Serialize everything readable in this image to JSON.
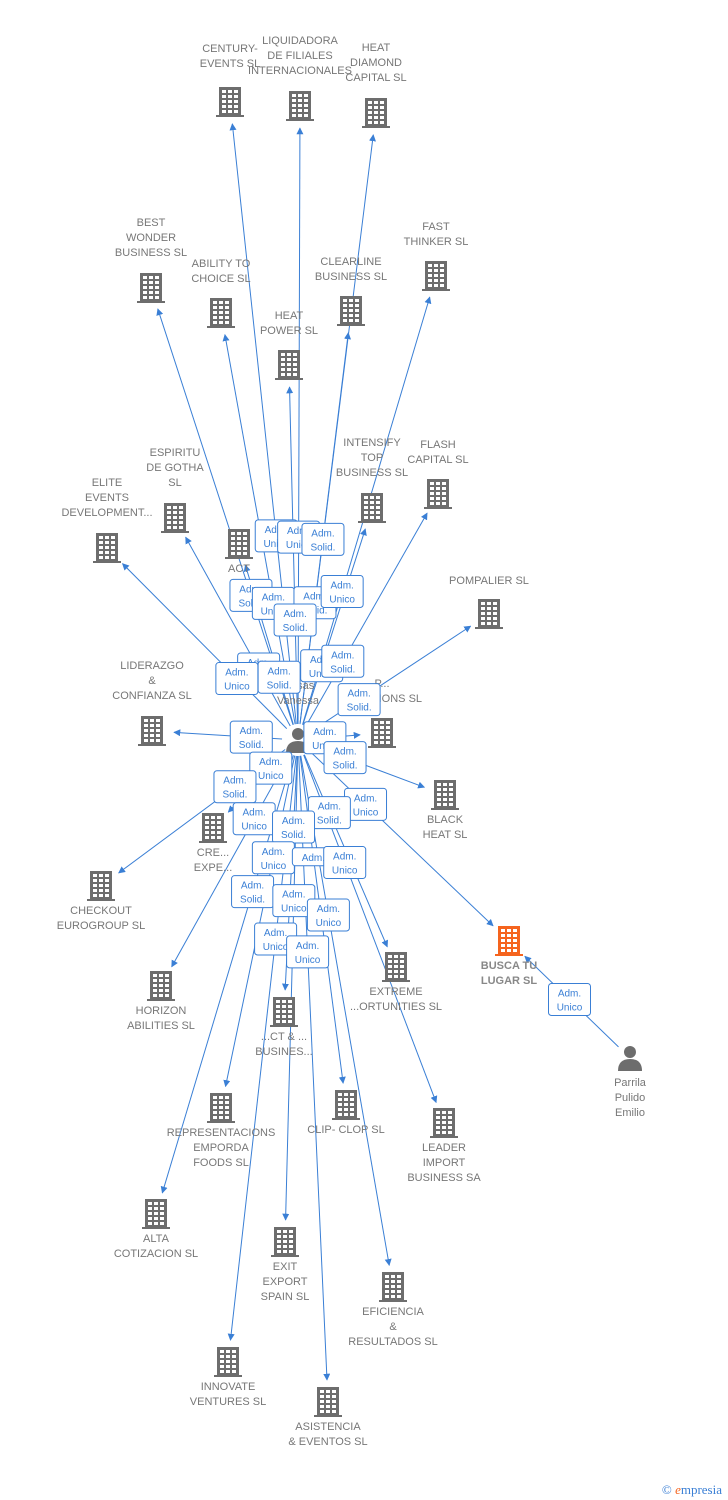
{
  "colors": {
    "edge": "#3a7fd5",
    "building": "#6d6d6d",
    "building_focus": "#f5641e",
    "label": "#777777",
    "person": "#6d6d6d"
  },
  "center_person": {
    "id": "duran",
    "label": "Duran Mesas Vanessa",
    "icon": "person-icon"
  },
  "other_persons": [
    {
      "id": "parrila",
      "label": "Parrila Pulido Emilio",
      "icon": "person-icon"
    }
  ],
  "companies": [
    {
      "id": "century",
      "label": "CENTURY-EVENTS SL"
    },
    {
      "id": "liquidadora",
      "label": "LIQUIDADORA DE FILIALES INTERNACIONALES"
    },
    {
      "id": "heatdiamond",
      "label": "HEAT DIAMOND CAPITAL SL"
    },
    {
      "id": "bestwonder",
      "label": "BEST WONDER BUSINESS SL"
    },
    {
      "id": "ability",
      "label": "ABILITY TO CHOICE SL"
    },
    {
      "id": "clearline",
      "label": "CLEARLINE BUSINESS SL"
    },
    {
      "id": "fastthinker",
      "label": "FAST THINKER SL"
    },
    {
      "id": "heatpower",
      "label": "HEAT POWER SL"
    },
    {
      "id": "espiritu",
      "label": "ESPIRITU DE GOTHA SL"
    },
    {
      "id": "act",
      "label": "ACT"
    },
    {
      "id": "intensify",
      "label": "INTENSIFY TOP BUSINESS SL"
    },
    {
      "id": "flashcapital",
      "label": "FLASH CAPITAL SL"
    },
    {
      "id": "elite",
      "label": "ELITE EVENTS DEVELOPMENT..."
    },
    {
      "id": "pompalier",
      "label": "POMPALIER SL"
    },
    {
      "id": "liderazgo",
      "label": "LIDERAZGO & CONFIANZA SL"
    },
    {
      "id": "psolutions",
      "label": "P... SOLUTIONS SL"
    },
    {
      "id": "blackheat",
      "label": "BLACK HEAT SL"
    },
    {
      "id": "creexpe",
      "label": "CRE... EXPE..."
    },
    {
      "id": "checkout",
      "label": "CHECKOUT EUROGROUP SL"
    },
    {
      "id": "buscatulugar",
      "label": "BUSCA TU LUGAR SL",
      "focus": true
    },
    {
      "id": "horizon",
      "label": "HORIZON ABILITIES SL"
    },
    {
      "id": "extreme",
      "label": "EXTREME ...ORTUNITIES SL"
    },
    {
      "id": "ctbusines",
      "label": "...CT & ... BUSINES..."
    },
    {
      "id": "representaciones",
      "label": "REPRESENTACIONS EMPORDA FOODS SL"
    },
    {
      "id": "clipclop",
      "label": "CLIP- CLOP SL"
    },
    {
      "id": "leaderimport",
      "label": "LEADER IMPORT BUSINESS SA"
    },
    {
      "id": "altacotizacion",
      "label": "ALTA COTIZACION SL"
    },
    {
      "id": "exitexport",
      "label": "EXIT EXPORT SPAIN SL"
    },
    {
      "id": "eficiencia",
      "label": "EFICIENCIA & RESULTADOS SL"
    },
    {
      "id": "innovate",
      "label": "INNOVATE VENTURES SL"
    },
    {
      "id": "asistencia",
      "label": "ASISTENCIA & EVENTOS SL"
    }
  ],
  "relations": [
    {
      "from": "duran",
      "to": "century",
      "role": "Adm. Unico"
    },
    {
      "from": "duran",
      "to": "liquidadora",
      "role": "Adm. Unico"
    },
    {
      "from": "duran",
      "to": "heatdiamond",
      "role": "Adm. Solid."
    },
    {
      "from": "duran",
      "to": "bestwonder",
      "role": "Adm. Solid."
    },
    {
      "from": "duran",
      "to": "ability",
      "role": "Adm. Unico"
    },
    {
      "from": "duran",
      "to": "clearline",
      "role": "Adm. Solid."
    },
    {
      "from": "duran",
      "to": "fastthinker",
      "role": "Adm. Unico"
    },
    {
      "from": "duran",
      "to": "heatpower",
      "role": "Adm. Solid."
    },
    {
      "from": "duran",
      "to": "espiritu",
      "role": "Adm. Unico"
    },
    {
      "from": "duran",
      "to": "act",
      "role": "Adm. Solid."
    },
    {
      "from": "duran",
      "to": "intensify",
      "role": "Adm. Unico"
    },
    {
      "from": "duran",
      "to": "flashcapital",
      "role": "Adm. Solid."
    },
    {
      "from": "duran",
      "to": "elite",
      "role": "Adm. Unico"
    },
    {
      "from": "duran",
      "to": "pompalier",
      "role": "Adm. Solid."
    },
    {
      "from": "duran",
      "to": "liderazgo",
      "role": "Adm. Solid."
    },
    {
      "from": "duran",
      "to": "psolutions",
      "role": "Adm. Unico"
    },
    {
      "from": "duran",
      "to": "blackheat",
      "role": "Adm. Solid."
    },
    {
      "from": "duran",
      "to": "creexpe",
      "role": "Adm. Unico"
    },
    {
      "from": "duran",
      "to": "checkout",
      "role": "Adm. Solid."
    },
    {
      "from": "duran",
      "to": "buscatulugar",
      "role": "Adm. Unico"
    },
    {
      "from": "duran",
      "to": "horizon",
      "role": "Adm. Unico"
    },
    {
      "from": "duran",
      "to": "extreme",
      "role": "Adm. Solid."
    },
    {
      "from": "duran",
      "to": "ctbusines",
      "role": "Adm. Solid."
    },
    {
      "from": "duran",
      "to": "representaciones",
      "role": "Adm. Unico"
    },
    {
      "from": "duran",
      "to": "clipclop",
      "role": "Adm."
    },
    {
      "from": "duran",
      "to": "leaderimport",
      "role": "Adm. Unico"
    },
    {
      "from": "duran",
      "to": "altacotizacion",
      "role": "Adm. Solid."
    },
    {
      "from": "duran",
      "to": "exitexport",
      "role": "Adm. Unico"
    },
    {
      "from": "duran",
      "to": "eficiencia",
      "role": "Adm. Unico"
    },
    {
      "from": "duran",
      "to": "innovate",
      "role": "Adm. Unico"
    },
    {
      "from": "duran",
      "to": "asistencia",
      "role": "Adm. Unico"
    },
    {
      "from": "parrila",
      "to": "buscatulugar",
      "role": "Adm. Unico"
    }
  ],
  "footer": {
    "copyright": "©",
    "brand_first": "e",
    "brand_rest": "mpresia"
  }
}
